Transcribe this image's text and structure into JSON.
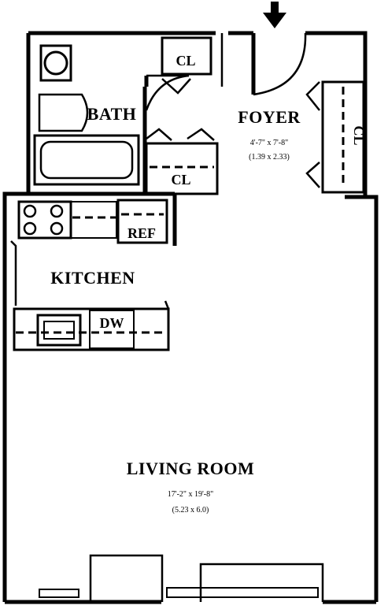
{
  "rooms": {
    "bath": {
      "name": "BATH"
    },
    "foyer": {
      "name": "FOYER",
      "dim_imperial": "4'-7\" x 7'-8\"",
      "dim_metric": "(1.39 x 2.33)"
    },
    "kitchen": {
      "name": "KITCHEN"
    },
    "living": {
      "name": "LIVING ROOM",
      "dim_imperial": "17'-2\" x 19'-8\"",
      "dim_metric": "(5.23 x 6.0)"
    }
  },
  "fixtures": {
    "closet_top": "CL",
    "closet_mid": "CL",
    "closet_right": "CL",
    "refrigerator": "REF",
    "dishwasher": "DW"
  },
  "icons": {
    "entry": "entry-arrow-icon"
  }
}
